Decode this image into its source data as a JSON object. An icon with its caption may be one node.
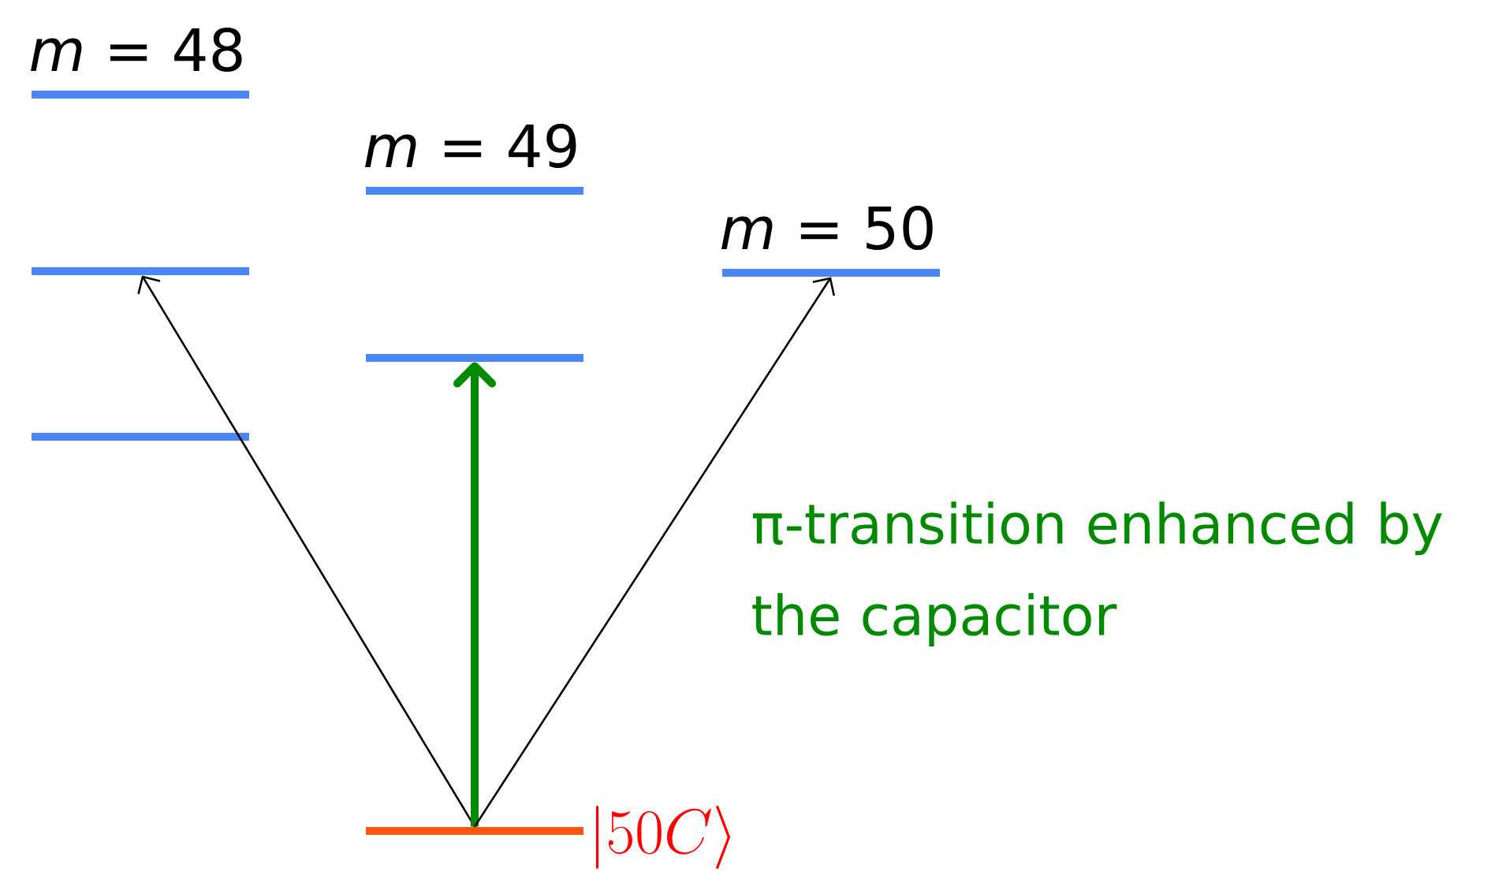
{
  "diagram": {
    "nodes": [
      {
        "text": [
          "*m* = 48"
        ]
      },
      {
        "text": [],
        "shape": "bar"
      },
      {
        "text": [],
        "shape": "bar"
      },
      {
        "text": [
          "*m* = 49"
        ]
      },
      {
        "text": [],
        "shape": "bar"
      },
      {
        "text": [
          "*m* = 50"
        ]
      },
      {
        "text": [],
        "shape": "bar",
        "beside": [
          "|50C\\rangle"
        ]
      }
    ],
    "edges": [
      {
        "from": 6,
        "to": 1,
        "arrow": "to"
      },
      {
        "from": 6,
        "to": 4,
        "arrow": "to",
        "style": "thick",
        "color": "#008a00"
      },
      {
        "from": 6,
        "to": 5,
        "arrow": "to"
      }
    ],
    "labels": [
      "π-transition enhanced by the capacitor"
    ]
  }
}
